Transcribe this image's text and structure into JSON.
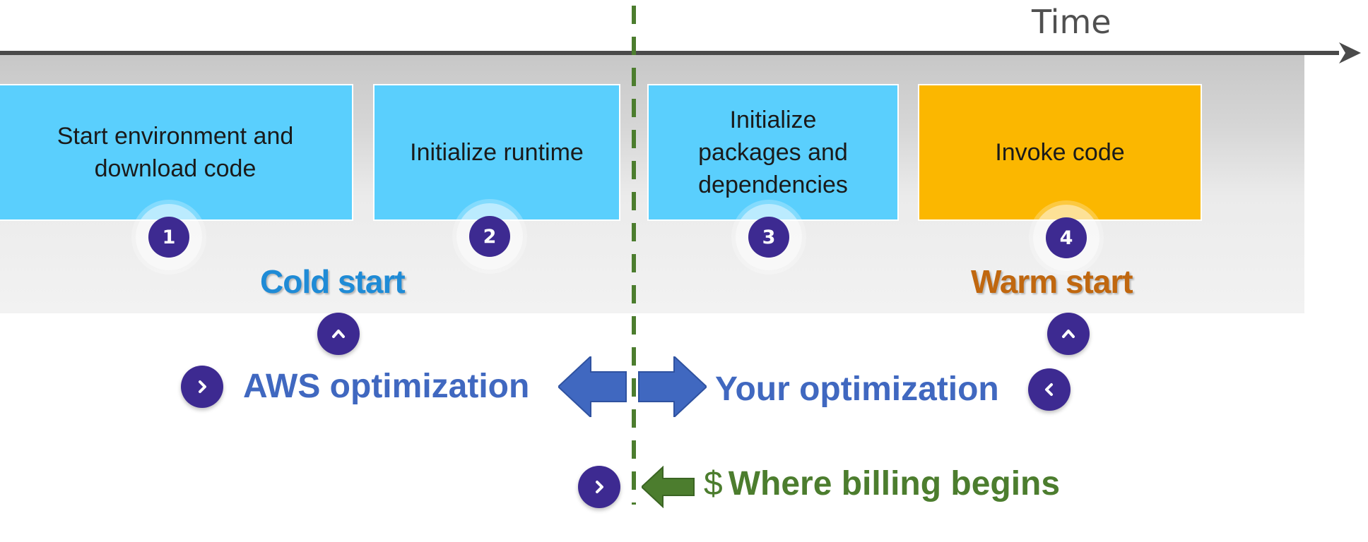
{
  "axis": {
    "label": "Time"
  },
  "steps": [
    {
      "number": "1",
      "label": "Start environment and download code",
      "color": "#5acffd"
    },
    {
      "number": "2",
      "label": "Initialize runtime",
      "color": "#5acffd"
    },
    {
      "number": "3",
      "label": "Initialize packages and dependencies",
      "color": "#5acffd"
    },
    {
      "number": "4",
      "label": "Invoke code",
      "color": "#fbb700"
    }
  ],
  "phases": {
    "cold": "Cold start",
    "warm": "Warm start"
  },
  "optimization": {
    "aws": "AWS optimization",
    "yours": "Your optimization"
  },
  "billing": {
    "symbol": "$",
    "label": "Where billing begins"
  },
  "colors": {
    "step_badge": "#3d2a91",
    "aws_optimization": "#4068c0",
    "billing": "#4c7d2e",
    "divider": "#4c7d2e",
    "cold_start": "#1f8bd6",
    "warm_start": "#c0670f"
  }
}
